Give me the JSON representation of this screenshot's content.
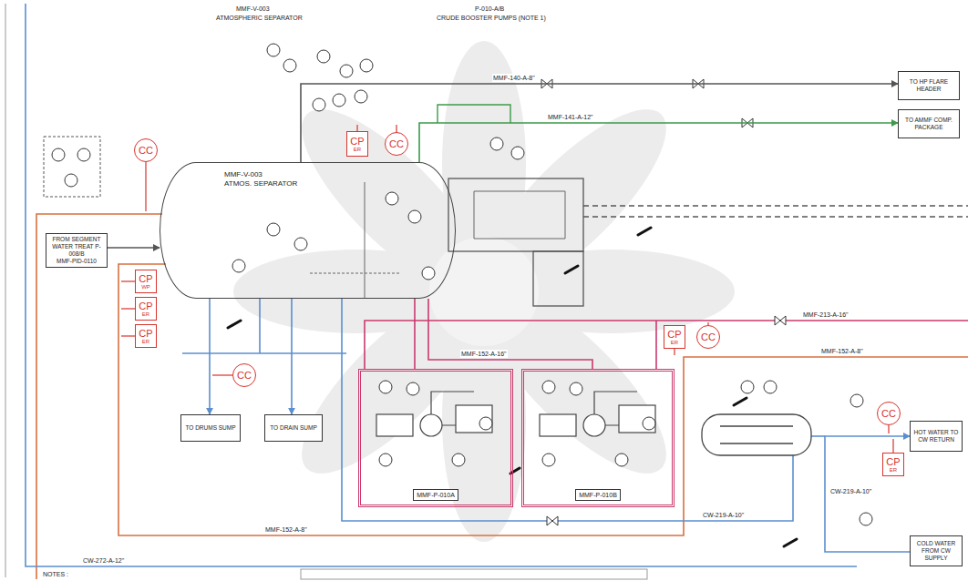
{
  "diagram": {
    "nodes": [
      {
        "text": [
          "TO HP FLARE HEADER"
        ]
      },
      {
        "text": [
          "TO AMMF COMP. PACKAGE"
        ]
      },
      {
        "text": [
          "CC"
        ]
      },
      {
        "text": [
          "CP",
          "ER"
        ]
      },
      {
        "text": [
          "CC"
        ]
      },
      {
        "text": [
          "MMF-V-003",
          "ATMOS. SEPARATOR"
        ]
      },
      {
        "text": [
          "FROM SEGMENT WATER TREAT P-008/B",
          "MMF-PID-0110"
        ]
      },
      {
        "text": [
          "CP",
          "WP"
        ]
      },
      {
        "text": [
          "CP",
          "ER"
        ]
      },
      {
        "text": [
          "CP",
          "ER"
        ]
      },
      {
        "text": [
          "CP",
          "ER"
        ]
      },
      {
        "text": [
          "CC"
        ]
      },
      {
        "text": [
          "MMF-P-010A"
        ]
      },
      {
        "text": [
          "MMF-P-010B"
        ]
      },
      {
        "text": [
          "CC"
        ]
      },
      {
        "text": [
          "TO DRUMS SUMP"
        ]
      },
      {
        "text": [
          "TO DRAIN SUMP"
        ]
      },
      {
        "text": [
          "CC"
        ]
      },
      {
        "text": [
          "HOT WATER TO CW RETURN"
        ]
      },
      {
        "text": [
          "CP",
          "ER"
        ]
      },
      {
        "text": [
          "COLD WATER FROM CW SUPPLY"
        ]
      }
    ],
    "edges": [
      {
        "from": 6,
        "to": 5,
        "arrow": "to"
      },
      {
        "from": 5,
        "to": 12,
        "arrow": "none"
      },
      {
        "from": 5,
        "to": 13,
        "arrow": "none"
      },
      {
        "from": 5,
        "to": 1,
        "arrow": "to"
      },
      {
        "from": 5,
        "to": 0,
        "arrow": "to"
      },
      {
        "from": 5,
        "to": 15,
        "arrow": "to"
      },
      {
        "from": 5,
        "to": 16,
        "arrow": "to"
      },
      {
        "from": 20,
        "to": 18,
        "arrow": "to"
      }
    ],
    "labels": [
      "MMF-V-003",
      "ATMOSPHERIC SEPARATOR",
      "P-010-A/B",
      "CRUDE BOOSTER PUMPS (NOTE 1)",
      "MMF-140-A-8\"",
      "MMF-141-A-12\"",
      "MMF-152-A-16\"",
      "MMF-213-A-16\"",
      "MMF-152-A-8\"",
      "MMF-152-A-8\"",
      "CW-219-A-10\"",
      "CW-219-A-10\"",
      "CW-272-A-12\"",
      "NOTES :"
    ]
  }
}
